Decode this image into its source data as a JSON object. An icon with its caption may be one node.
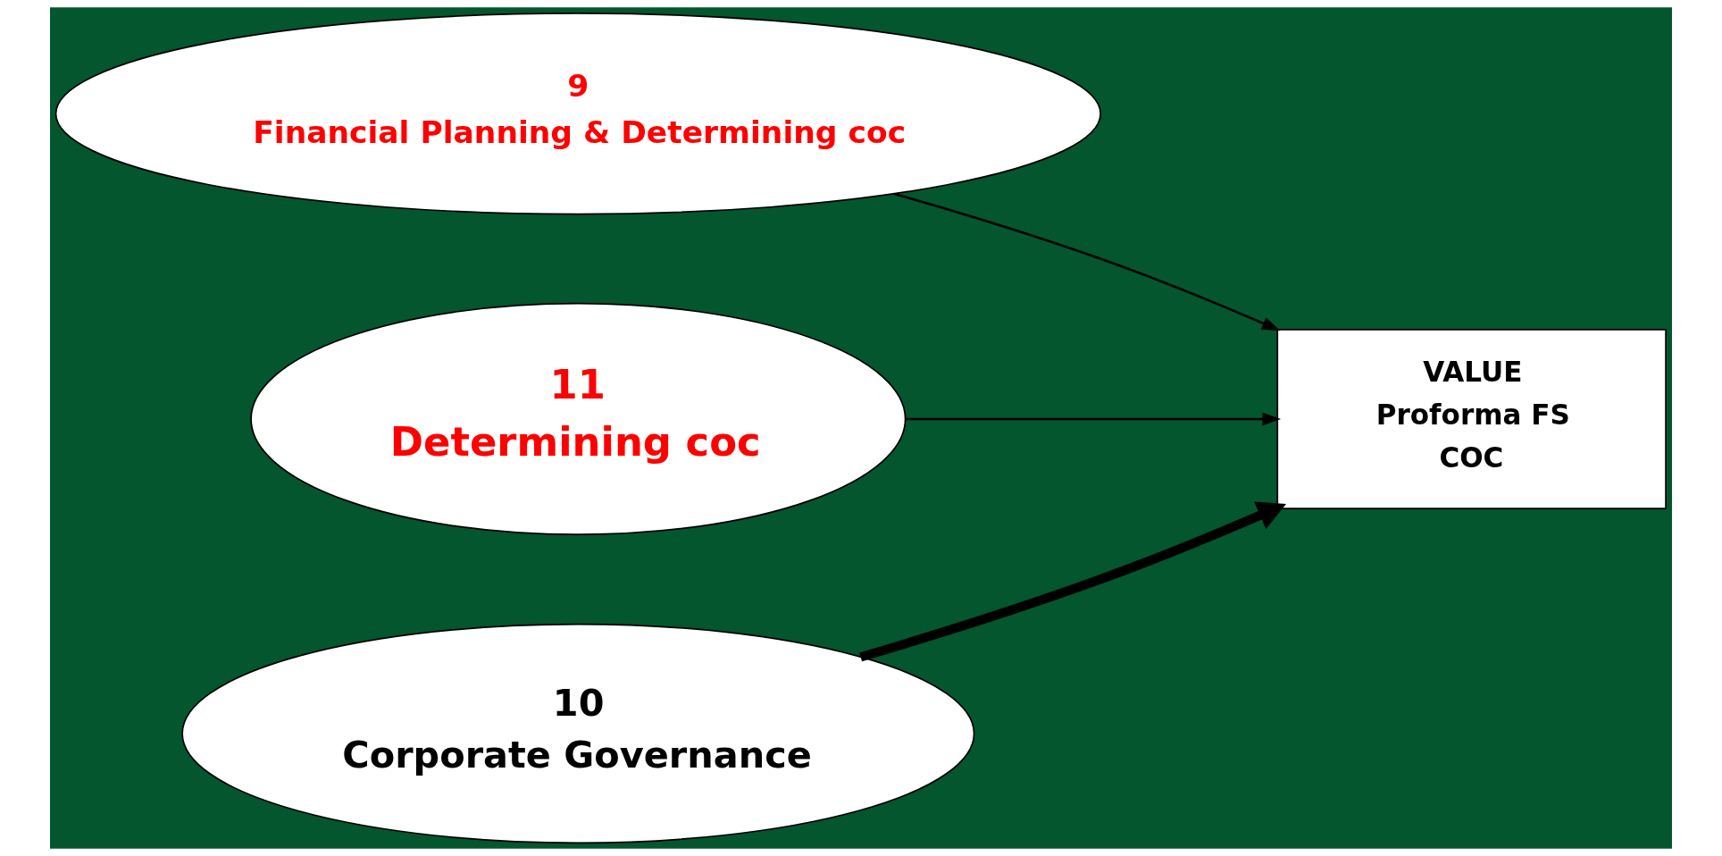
{
  "diagram": {
    "nodes": [
      {
        "text": [
          "9",
          "Financial Planning & Determining coc"
        ]
      },
      {
        "text": [
          "VALUE",
          "Proforma FS",
          "COC"
        ]
      },
      {
        "text": [
          "11",
          "Determining coc"
        ]
      },
      {
        "text": [
          "10",
          "Corporate Governance"
        ]
      }
    ],
    "edges": [
      {
        "from": 0,
        "to": 1,
        "arrow": "to"
      },
      {
        "from": 2,
        "to": 1,
        "arrow": "to"
      },
      {
        "from": 3,
        "to": 1,
        "arrow": "to",
        "style": "thick"
      }
    ]
  }
}
